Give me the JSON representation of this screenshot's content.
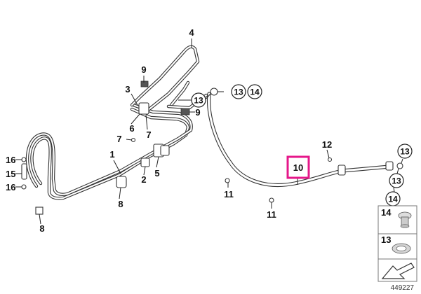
{
  "diagram": {
    "callouts": {
      "c1": "1",
      "c2": "2",
      "c3": "3",
      "c4": "4",
      "c5": "5",
      "c6": "6",
      "c7a": "7",
      "c7b": "7",
      "c8a": "8",
      "c8b": "8",
      "c9a": "9",
      "c9b": "9",
      "c10": "10",
      "c11a": "11",
      "c11b": "11",
      "c12": "12",
      "c13a": "13",
      "c13b": "13",
      "c13c": "13",
      "c13d": "13",
      "c14a": "14",
      "c14b": "14",
      "c15": "15",
      "c16a": "16",
      "c16b": "16"
    },
    "highlight_color": "#e5178a",
    "legend": {
      "item14": "14",
      "item13": "13"
    },
    "doc_number": "449227"
  }
}
